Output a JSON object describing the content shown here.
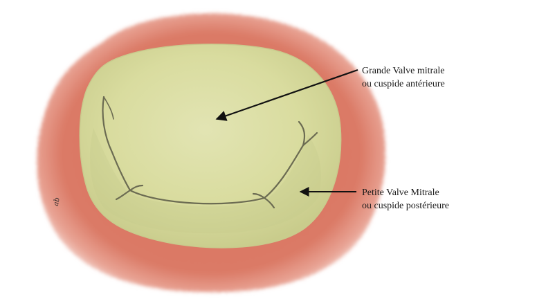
{
  "labels": {
    "anterior_leaflet": {
      "line1": "Grande Valve mitrale",
      "line2": "ou cuspide antérieure"
    },
    "posterior_leaflet": {
      "line1": "Petite Valve Mitrale",
      "line2": "ou cuspide postérieure"
    }
  },
  "signature": "ab",
  "colors": {
    "background": "#ffffff",
    "annulus_tissue": "#d9735f",
    "annulus_haze": "#e8a394",
    "valve_fill": "#d9dc9f",
    "valve_highlight": "#e2e4b3",
    "valve_shadow": "#b9bd82",
    "commissure_line": "#6b6b52",
    "arrow": "#111111"
  }
}
